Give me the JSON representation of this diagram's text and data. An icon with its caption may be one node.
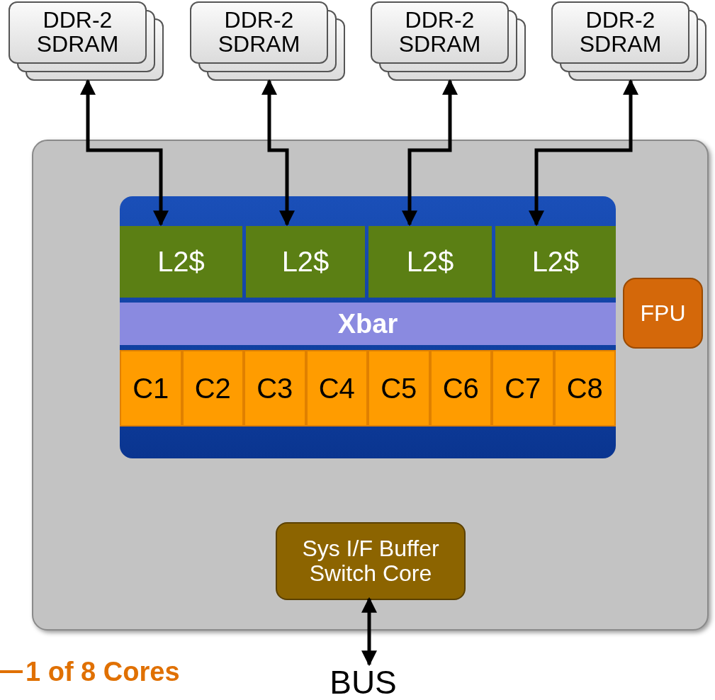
{
  "diagram": {
    "nodes": [
      {
        "text": [
          "DDR-2 SDRAM"
        ]
      },
      {
        "text": [
          "DDR-2 SDRAM"
        ]
      },
      {
        "text": [
          "DDR-2 SDRAM"
        ]
      },
      {
        "text": [
          "DDR-2 SDRAM"
        ]
      },
      {
        "text": [],
        "shape": "box"
      },
      {
        "text": [],
        "shape": "box",
        "in": 4
      },
      {
        "text": [
          "L2$"
        ],
        "in": 5
      },
      {
        "text": [
          "L2$"
        ],
        "in": 5
      },
      {
        "text": [
          "L2$"
        ],
        "in": 5
      },
      {
        "text": [
          "L2$"
        ],
        "in": 5
      },
      {
        "text": [
          "Xbar"
        ],
        "in": 5
      },
      {
        "text": [
          "C1"
        ],
        "in": 5
      },
      {
        "text": [
          "C2"
        ],
        "in": 5
      },
      {
        "text": [
          "C3"
        ],
        "in": 5
      },
      {
        "text": [
          "C4"
        ],
        "in": 5
      },
      {
        "text": [
          "C5"
        ],
        "in": 5
      },
      {
        "text": [
          "C6"
        ],
        "in": 5
      },
      {
        "text": [
          "C7"
        ],
        "in": 5
      },
      {
        "text": [
          "C8"
        ],
        "in": 5
      },
      {
        "text": [
          "FPU"
        ],
        "in": 4
      },
      {
        "text": [
          "Sys I/F Buffer Switch Core"
        ],
        "in": 4
      },
      {
        "text": [
          "BUS"
        ]
      },
      {
        "text": [
          "1 of 8 Cores"
        ]
      }
    ],
    "edges": [
      {
        "from": 0,
        "to": 6,
        "arrow": "both"
      },
      {
        "from": 1,
        "to": 7,
        "arrow": "both"
      },
      {
        "from": 2,
        "to": 8,
        "arrow": "both"
      },
      {
        "from": 3,
        "to": 9,
        "arrow": "both"
      },
      {
        "from": 20,
        "to": 21,
        "arrow": "both"
      },
      {
        "from": 22,
        "to": null,
        "arrow": "none",
        "color": "#e07000"
      }
    ]
  }
}
